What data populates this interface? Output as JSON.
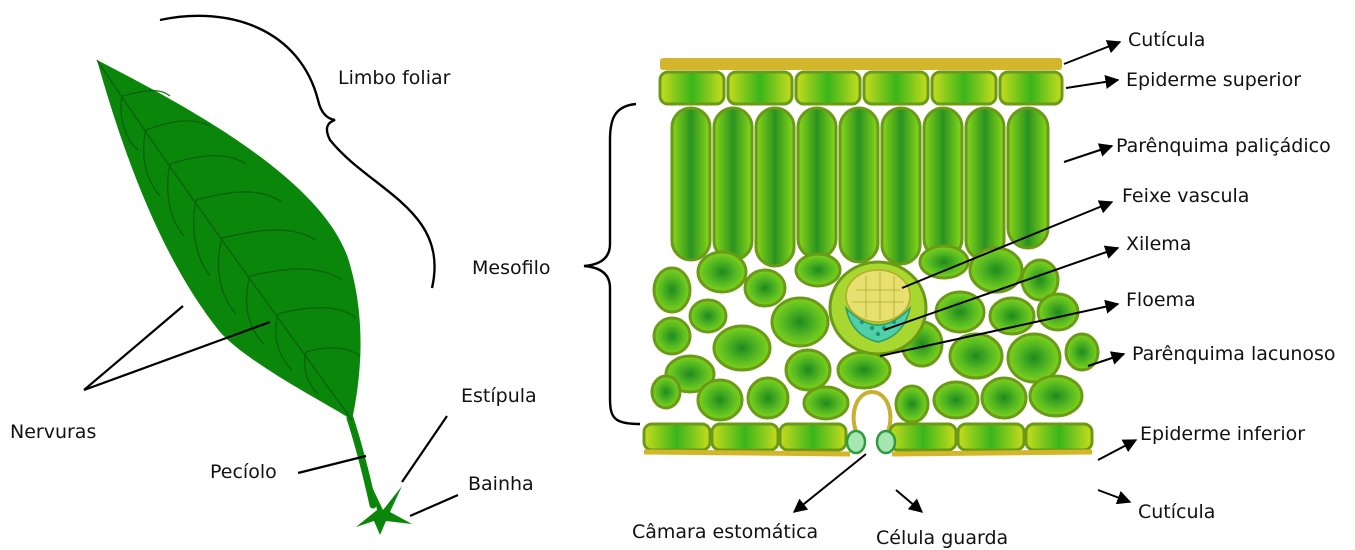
{
  "leaf_labels": {
    "limbo": "Limbo foliar",
    "nervuras": "Nervuras",
    "peciolo": "Pecíolo",
    "estipula": "Estípula",
    "bainha": "Bainha"
  },
  "section_labels": {
    "cuticula_top": "Cutícula",
    "epiderme_superior": "Epiderme superior",
    "palicadico": "Parênquima paliçádico",
    "feixe": "Feixe vascula",
    "xilema": "Xilema",
    "floema": "Floema",
    "lacunoso": "Parênquima lacunoso",
    "mesofilo": "Mesofilo",
    "epiderme_inferior": "Epiderme inferior",
    "cuticula_bottom": "Cutícula",
    "camara": "Câmara estomática",
    "celula_guarda": "Célula guarda"
  },
  "colors": {
    "leaf": "#0a860a",
    "vein": "#0b5a0b",
    "cell_light": "#7fd414",
    "cell_dark": "#2f9a17",
    "cell_border": "#6b9a16",
    "cuticle": "#d4b62c",
    "xylem": "#e6e070",
    "phloem": "#4fd0a8"
  }
}
